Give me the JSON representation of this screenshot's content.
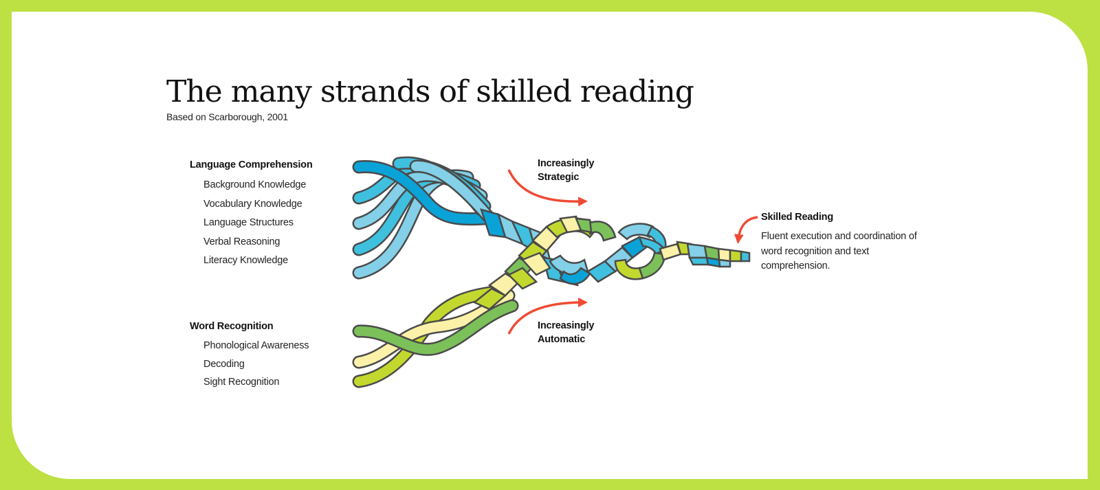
{
  "frame": {
    "border_color": "#bde042",
    "panel_color": "#ffffff"
  },
  "header": {
    "title": "The many strands of skilled reading",
    "subtitle": "Based on Scarborough, 2001"
  },
  "language_comprehension": {
    "heading": "Language Comprehension",
    "items": [
      "Background Knowledge",
      "Vocabulary Knowledge",
      "Language Structures",
      "Verbal Reasoning",
      "Literacy Knowledge"
    ]
  },
  "word_recognition": {
    "heading": "Word Recognition",
    "items": [
      "Phonological Awareness",
      "Decoding",
      "Sight Recognition"
    ]
  },
  "annotations": {
    "strategic": {
      "line1": "Increasingly",
      "line2": "Strategic"
    },
    "automatic": {
      "line1": "Increasingly",
      "line2": "Automatic"
    }
  },
  "result": {
    "heading": "Skilled Reading",
    "description": "Fluent execution and coordination of word recognition and text comprehension."
  },
  "colors": {
    "blue_dark": "#0aa3d8",
    "blue_mid": "#3fc0de",
    "blue_light": "#83d0e8",
    "green_dark": "#7cc05a",
    "green_lime": "#c3d82e",
    "cream": "#fbf1a8",
    "outline": "#4a4a4a",
    "arrow_red": "#ee4b34"
  }
}
